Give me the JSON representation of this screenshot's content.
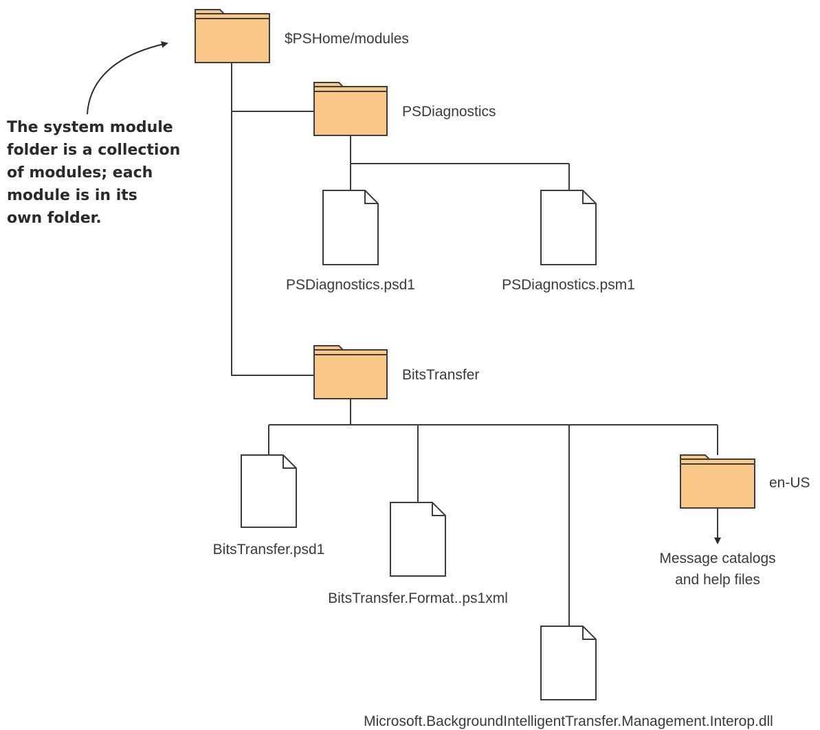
{
  "callout": {
    "lines": [
      "The system module",
      "folder is a collection",
      "of modules; each",
      "module is in its",
      "own folder."
    ]
  },
  "nodes": {
    "root": {
      "label": "$PSHome/modules",
      "kind": "folder"
    },
    "psdiagnostics": {
      "label": "PSDiagnostics",
      "kind": "folder"
    },
    "psd_psd1": {
      "label": "PSDiagnostics.psd1",
      "kind": "file"
    },
    "psd_psm1": {
      "label": "PSDiagnostics.psm1",
      "kind": "file"
    },
    "bitstransfer": {
      "label": "BitsTransfer",
      "kind": "folder"
    },
    "bits_psd1": {
      "label": "BitsTransfer.psd1",
      "kind": "file"
    },
    "bits_format": {
      "label": "BitsTransfer.Format..ps1xml",
      "kind": "file"
    },
    "bits_dll": {
      "label": "Microsoft.BackgroundIntelligentTransfer.Management.Interop.dll",
      "kind": "file"
    },
    "en_us": {
      "label": "en-US",
      "kind": "folder"
    },
    "en_us_contents": {
      "lines": [
        "Message catalogs",
        "and help files"
      ]
    }
  },
  "colors": {
    "folder_fill": "#f9c888",
    "outline": "#3c3c3c"
  }
}
